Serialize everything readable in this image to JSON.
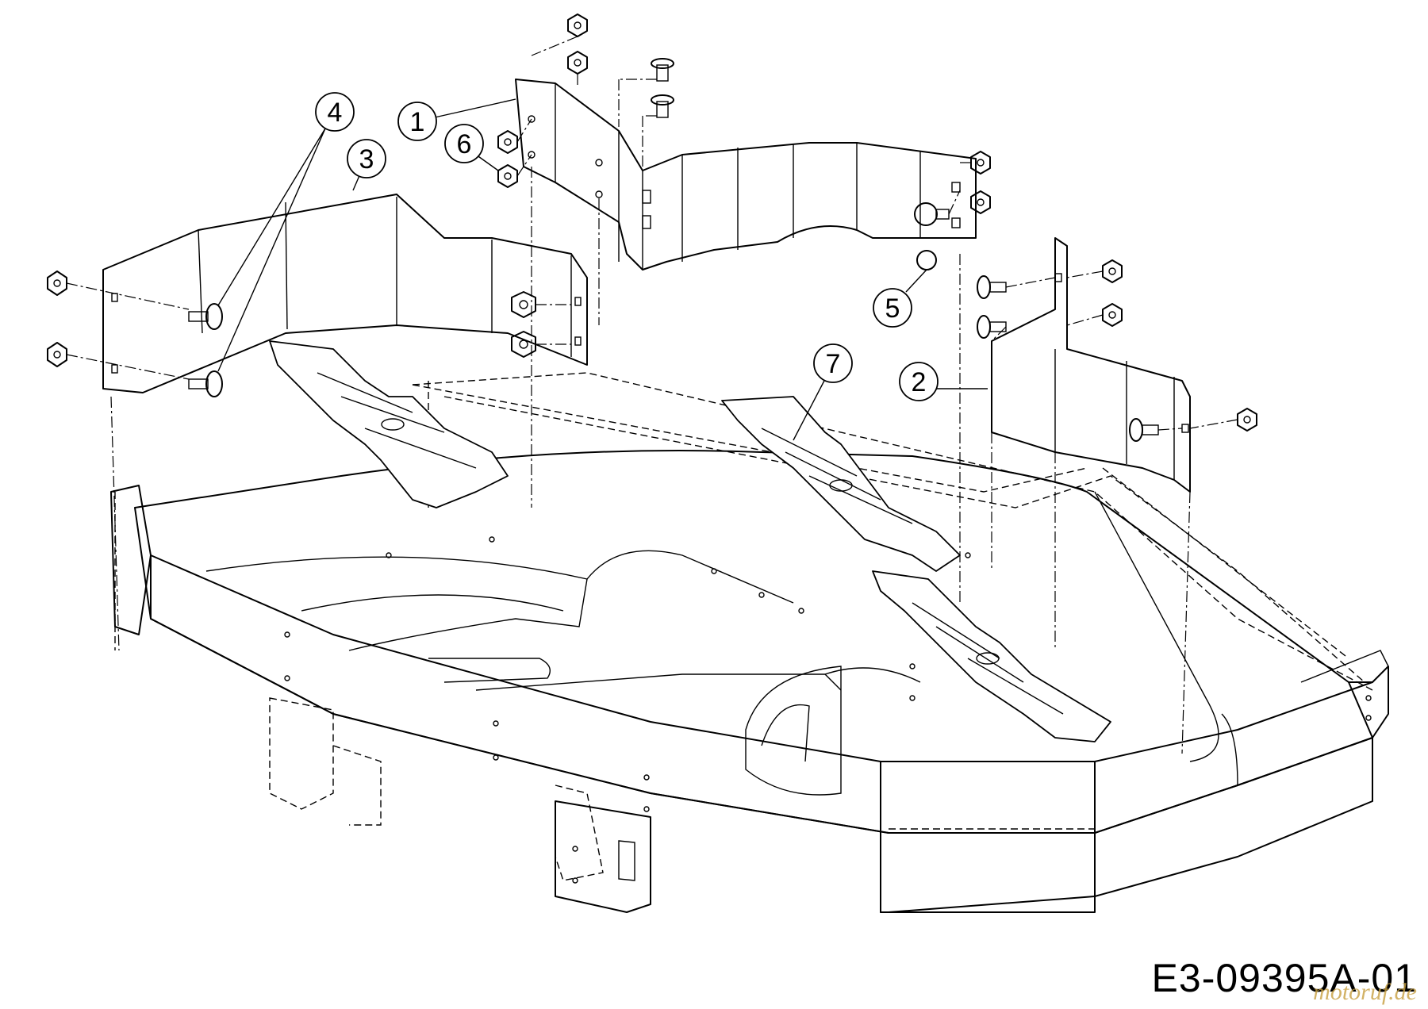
{
  "diagram": {
    "callouts": [
      {
        "id": "c1",
        "label": "1"
      },
      {
        "id": "c2",
        "label": "2"
      },
      {
        "id": "c3",
        "label": "3"
      },
      {
        "id": "c4",
        "label": "4"
      },
      {
        "id": "c5",
        "label": "5"
      },
      {
        "id": "c6",
        "label": "6"
      },
      {
        "id": "c7",
        "label": "7"
      }
    ],
    "drawing_code": "E3-09395A-01",
    "watermark": "motoruf.de"
  }
}
